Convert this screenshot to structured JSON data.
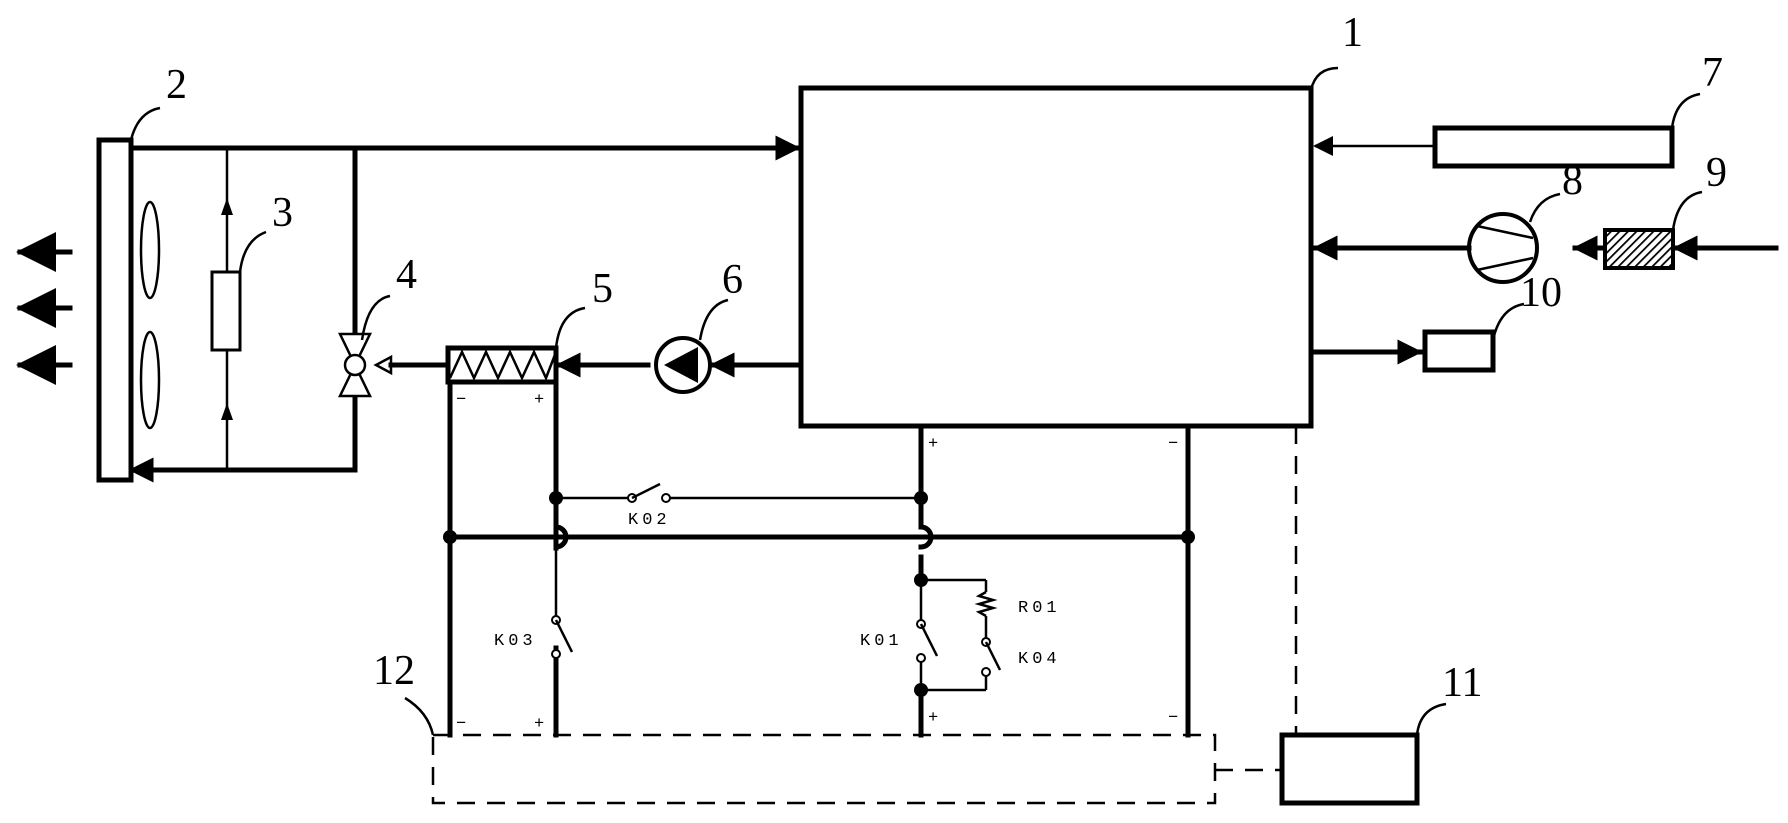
{
  "labels": {
    "n1": "1",
    "n2": "2",
    "n3": "3",
    "n4": "4",
    "n5": "5",
    "n6": "6",
    "n7": "7",
    "n8": "8",
    "n9": "9",
    "n10": "10",
    "n11": "11",
    "n12": "12"
  },
  "switches": {
    "k01": "K01",
    "k02": "K02",
    "k03": "K03",
    "k04": "K04",
    "r01": "R01"
  },
  "polarity": {
    "plus": "+",
    "minus": "−"
  }
}
